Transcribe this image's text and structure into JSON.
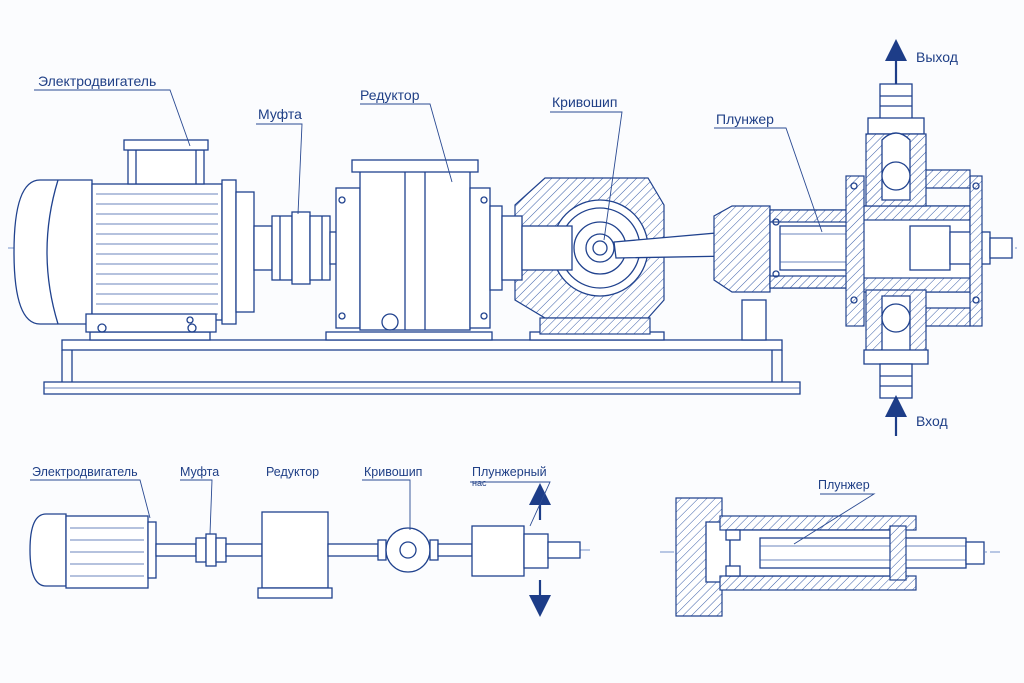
{
  "main_view": {
    "labels": {
      "motor": "Электродвигатель",
      "coupling": "Муфта",
      "gearbox": "Редуктор",
      "crank": "Кривошип",
      "plunger": "Плунжер",
      "outlet": "Выход",
      "inlet": "Вход"
    }
  },
  "schematic": {
    "labels": {
      "motor": "Электродвигатель",
      "coupling": "Муфта",
      "gearbox": "Редуктор",
      "crank": "Кривошип",
      "plunger_pump": "Плунжерный",
      "plunger_pump_sub": "нас"
    }
  },
  "section_view": {
    "labels": {
      "plunger": "Плунжер"
    }
  },
  "colors": {
    "line": "#20428e",
    "text": "#1f3f86",
    "background": "#fbfcfe"
  }
}
